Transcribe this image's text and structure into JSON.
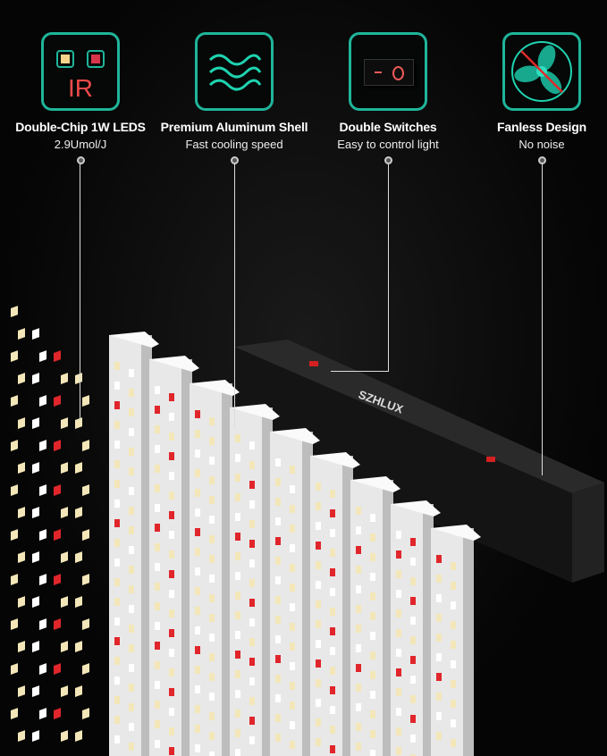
{
  "features": [
    {
      "title": "Double-Chip 1W LEDS",
      "subtitle": "2.9Umol/J",
      "icon": "led-chip-ir-icon",
      "icon_text": "IR"
    },
    {
      "title": "Premium Aluminum Shell",
      "subtitle": "Fast cooling speed",
      "icon": "heat-waves-icon"
    },
    {
      "title": "Double Switches",
      "subtitle": "Easy to control light",
      "icon": "rocker-switch-icon"
    },
    {
      "title": "Fanless Design",
      "subtitle": "No noise",
      "icon": "no-fan-icon"
    }
  ],
  "product": {
    "brand": "SZHLUX"
  },
  "colors": {
    "accent": "#1fb59a",
    "led_red": "#e0262b",
    "led_warm": "#f3e6b8",
    "led_white": "#ffffff"
  }
}
